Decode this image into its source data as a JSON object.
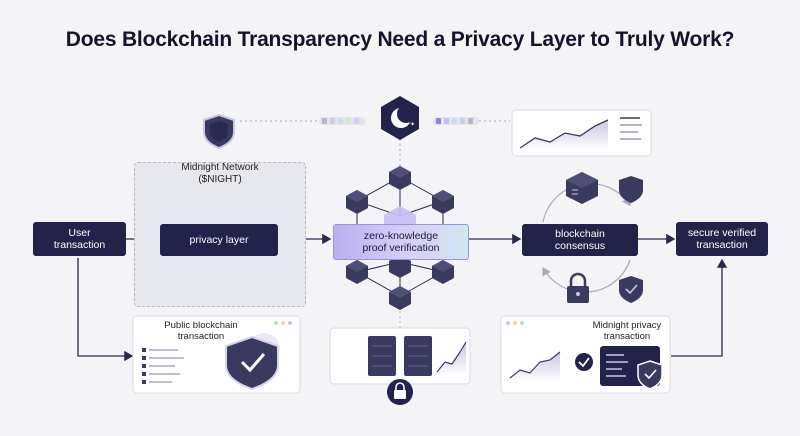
{
  "title": "Does Blockchain Transparency Need a Privacy Layer to Truly Work?",
  "nodes": {
    "user_transaction": "User\ntransaction",
    "privacy_layer": "privacy layer",
    "zk_proof": "zero-knowledge\nproof verification",
    "consensus": "blockchain\nconsensus",
    "secure_verified": "secure verified\ntransaction"
  },
  "midnight_network": "Midnight Network\n($NIGHT)",
  "public_blockchain": "Public blockchain\ntransaction",
  "midnight_privacy": "Midnight privacy\ntransaction",
  "icons": [
    "shield-icon",
    "moon-icon",
    "lock-icon",
    "server-icon",
    "check-shield-icon",
    "cube-icon"
  ],
  "colors": {
    "dark_node": "#23224a",
    "accent_purple": "#8b7fe0",
    "background": "#f4f4f7"
  }
}
